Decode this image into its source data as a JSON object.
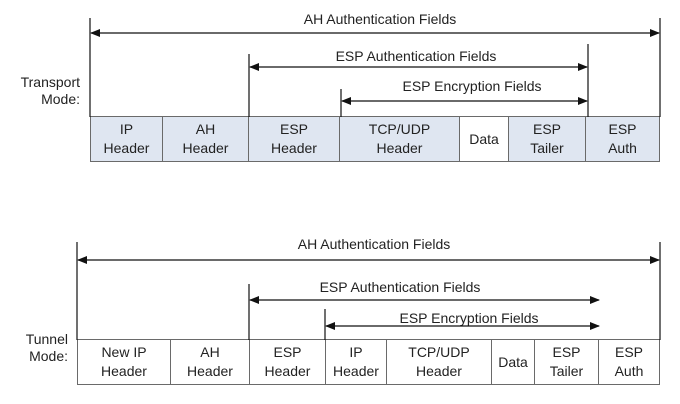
{
  "transport": {
    "mode_label": [
      "Transport",
      "Mode:"
    ],
    "ah_fields": "AH Authentication Fields",
    "esp_auth_fields": "ESP Authentication Fields",
    "esp_enc_fields": "ESP Encryption Fields",
    "cells": [
      {
        "l1": "IP",
        "l2": "Header",
        "shaded": true
      },
      {
        "l1": "AH",
        "l2": "Header",
        "shaded": true
      },
      {
        "l1": "ESP",
        "l2": "Header",
        "shaded": true
      },
      {
        "l1": "TCP/UDP",
        "l2": "Header",
        "shaded": true
      },
      {
        "l1": "Data",
        "l2": "",
        "shaded": false
      },
      {
        "l1": "ESP",
        "l2": "Tailer",
        "shaded": true
      },
      {
        "l1": "ESP",
        "l2": "Auth",
        "shaded": true
      }
    ]
  },
  "tunnel": {
    "mode_label": [
      "Tunnel",
      "Mode:"
    ],
    "ah_fields": "AH Authentication Fields",
    "esp_auth_fields": "ESP Authentication Fields",
    "esp_enc_fields": "ESP Encryption Fields",
    "cells": [
      {
        "l1": "New IP",
        "l2": "Header",
        "shaded": false
      },
      {
        "l1": "AH",
        "l2": "Header",
        "shaded": false
      },
      {
        "l1": "ESP",
        "l2": "Header",
        "shaded": false
      },
      {
        "l1": "IP",
        "l2": "Header",
        "shaded": false
      },
      {
        "l1": "TCP/UDP",
        "l2": "Header",
        "shaded": false
      },
      {
        "l1": "Data",
        "l2": "",
        "shaded": false
      },
      {
        "l1": "ESP",
        "l2": "Tailer",
        "shaded": false
      },
      {
        "l1": "ESP",
        "l2": "Auth",
        "shaded": false
      }
    ]
  },
  "colors": {
    "line": "#111111",
    "shade": "#dfe6f1",
    "border": "#6a6a6a"
  }
}
